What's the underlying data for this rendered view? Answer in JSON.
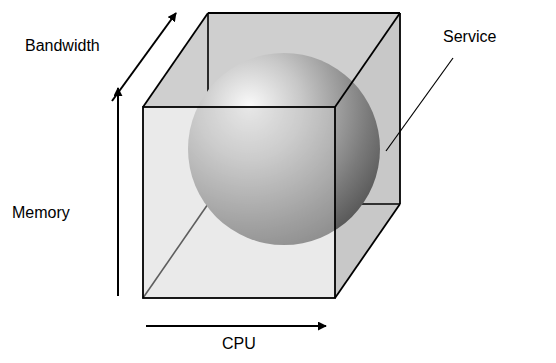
{
  "diagram": {
    "labels": [
      "Bandwidth",
      "Memory",
      "CPU",
      "Service"
    ]
  }
}
